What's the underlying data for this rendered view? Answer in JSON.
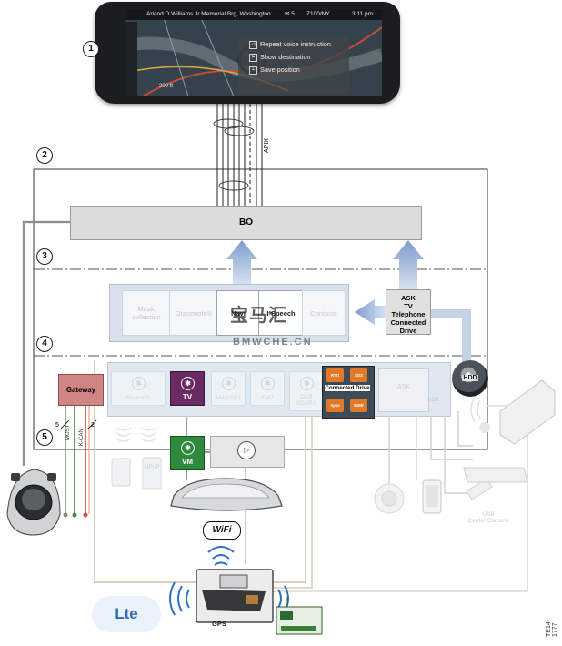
{
  "screen": {
    "status_location": "Arland D Williams Jr Memorial Brg, Washington",
    "status_icons": "✉ 5",
    "status_station": "Z100/NY",
    "status_time": "3:11 pm",
    "scale": "200 ft",
    "menu": [
      {
        "label": "Repeat voice instruction",
        "icon": "speaker-icon"
      },
      {
        "label": "Show destination",
        "icon": "flag-icon"
      },
      {
        "label": "Save position",
        "icon": "save-icon"
      }
    ]
  },
  "numbers": [
    "1",
    "2",
    "3",
    "4",
    "5"
  ],
  "labels": {
    "bo": "BO",
    "apix": "APIX",
    "gateway": "Gateway",
    "most": "MOST",
    "kcan": "K-CAN",
    "bus_5": "5",
    "bus_2": "2",
    "tv": "TV",
    "vm": "VM",
    "connected_drive": "Connected Drive",
    "hdd": "HDD",
    "ask": "ASK",
    "usb": "USB",
    "gps": "GPS",
    "wifi": "WiFi",
    "lte": "Lte",
    "doc_id": "TE14-1777",
    "usb_center": "USB\nCenter Console",
    "upnp": "UPnP"
  },
  "ask_block": [
    "ASK",
    "TV",
    "Telephone",
    "Connected",
    "Drive"
  ],
  "apps": [
    {
      "label": "Music collection",
      "active": false
    },
    {
      "label": "Gracenote®",
      "active": false
    },
    {
      "label": "Navi",
      "active": true
    },
    {
      "label": "I-Speech",
      "active": true
    },
    {
      "label": "Contacts",
      "active": false
    }
  ],
  "modules": [
    {
      "label": "Bluetooth",
      "active": false
    },
    {
      "label": "AM/TSR1",
      "active": false
    },
    {
      "label": "FM2",
      "active": false
    },
    {
      "label": "DAB SDARS",
      "active": false
    }
  ],
  "connected_drive_tiles": [
    "RTTI",
    "SOS",
    "Apps",
    "BMW"
  ],
  "watermark": {
    "top": "宝马汇",
    "bottom": "BMWCHE.CN"
  },
  "colors": {
    "gateway": "#cf8584",
    "tv": "#6a2a62",
    "vm": "#2e8a3c",
    "arrow": "#8fa9d3",
    "connected_drive": "#e07a28",
    "most_line": "#3e8a3e",
    "kcan_line": "#c8553a"
  }
}
